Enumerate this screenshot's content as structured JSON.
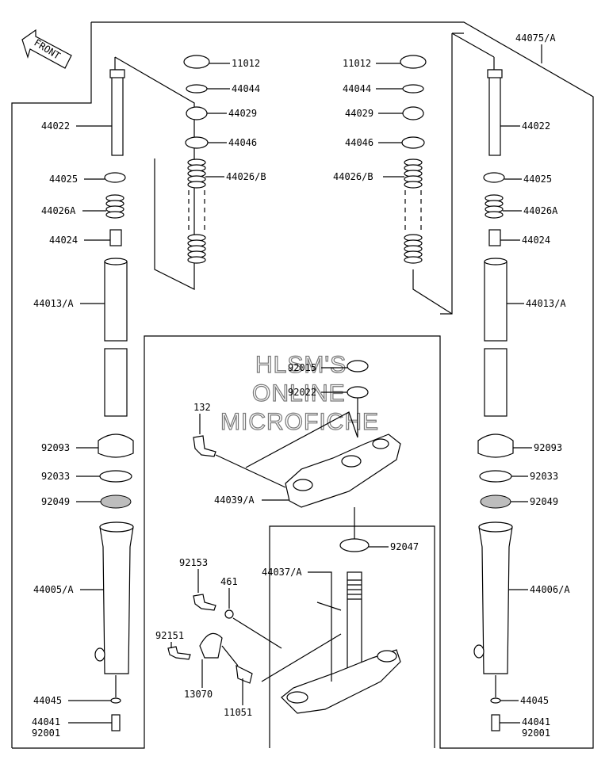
{
  "front_label": "FRONT",
  "watermark": [
    "HLSM'S",
    "ONLINE",
    "MICROFICHE"
  ],
  "labels": {
    "l_44075": "44075/A",
    "l_11012_a": "11012",
    "l_11012_b": "11012",
    "l_44044_a": "44044",
    "l_44044_b": "44044",
    "l_44029_a": "44029",
    "l_44029_b": "44029",
    "l_44046_a": "44046",
    "l_44046_b": "44046",
    "l_44026B_a": "44026/B",
    "l_44026B_b": "44026/B",
    "l_44022_l": "44022",
    "l_44022_r": "44022",
    "l_44025_l": "44025",
    "l_44025_r": "44025",
    "l_44026A_l": "44026A",
    "l_44026A_r": "44026A",
    "l_44024_l": "44024",
    "l_44024_r": "44024",
    "l_44013_l": "44013/A",
    "l_44013_r": "44013/A",
    "l_92093_l": "92093",
    "l_92093_r": "92093",
    "l_92033_l": "92033",
    "l_92033_r": "92033",
    "l_92049_l": "92049",
    "l_92049_r": "92049",
    "l_44005": "44005/A",
    "l_44006": "44006/A",
    "l_44045_l": "44045",
    "l_44045_r": "44045",
    "l_44041_l": "44041",
    "l_92001_l": "92001",
    "l_44041_r": "44041",
    "l_92001_r": "92001",
    "l_92015": "92015",
    "l_92022": "92022",
    "l_132": "132",
    "l_44039": "44039/A",
    "l_92047": "92047",
    "l_44037": "44037/A",
    "l_92153": "92153",
    "l_461": "461",
    "l_92151": "92151",
    "l_13070": "13070",
    "l_11051": "11051"
  }
}
